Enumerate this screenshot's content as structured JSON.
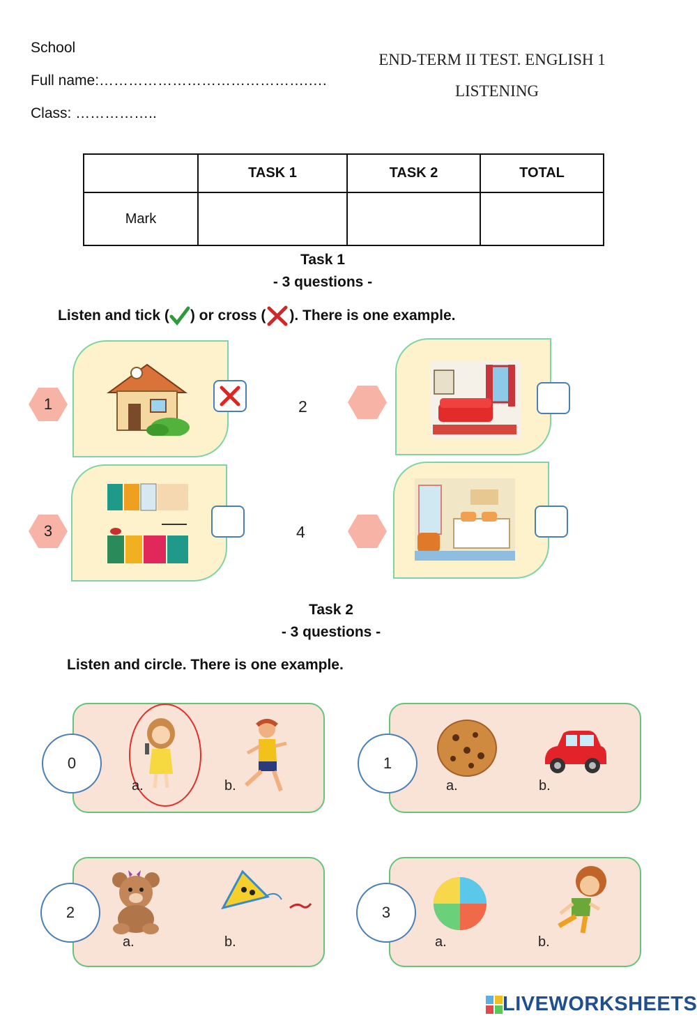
{
  "header": {
    "school": "School",
    "full_name": "Full name:…………………………………….….",
    "class": "Class: ……………..",
    "title": "END-TERM II TEST. ENGLISH 1",
    "subtitle": "LISTENING"
  },
  "marks_table": {
    "headers": [
      "",
      "TASK 1",
      "TASK 2",
      "TOTAL"
    ],
    "row_label": "Mark"
  },
  "task1": {
    "title": "Task 1",
    "count": "- 3 questions -",
    "instruction_a": "Listen and tick (",
    "instruction_b": ") or cross (",
    "instruction_c": "). There is one example.",
    "items": [
      {
        "number": "1",
        "picture": "house",
        "answer": "cross"
      },
      {
        "number": "2",
        "picture": "living room"
      },
      {
        "number": "3",
        "picture": "kitchen"
      },
      {
        "number": "4",
        "picture": "bedroom"
      }
    ]
  },
  "task2": {
    "title": "Task 2",
    "count": "- 3 questions -",
    "instruction": "Listen and circle. There is one example.",
    "items": [
      {
        "number": "0",
        "a": "a.",
        "b": "b.",
        "a_picture": "girl singing",
        "b_picture": "boy running",
        "circled": "a"
      },
      {
        "number": "1",
        "a": "a.",
        "b": "b.",
        "a_picture": "cookie",
        "b_picture": "car"
      },
      {
        "number": "2",
        "a": "a.",
        "b": "b.",
        "a_picture": "teddy bear",
        "b_picture": "kite"
      },
      {
        "number": "3",
        "a": "a.",
        "b": "b.",
        "a_picture": "ball",
        "b_picture": "boy running"
      }
    ]
  },
  "logo": {
    "text": "LIVEWORKSHEETS"
  },
  "colors": {
    "hex": "#f7b3a6",
    "card1_bg": "#fdf2cc",
    "card2_bg": "#f9e2d6",
    "box_border": "#4a7fb5",
    "logo": "#1f4f8f"
  }
}
